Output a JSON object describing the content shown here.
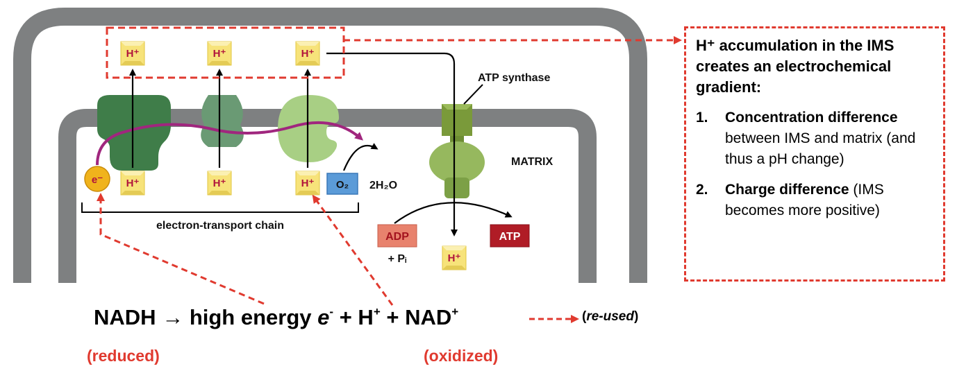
{
  "diagram": {
    "h_plus": "H⁺",
    "electron": "e⁻",
    "o2": "O₂",
    "water": "2H₂O",
    "atp_synthase": "ATP synthase",
    "matrix": "MATRIX",
    "etc_label": "electron-transport chain",
    "adp": "ADP",
    "pi": "+ Pᵢ",
    "atp": "ATP"
  },
  "callout": {
    "heading": "H⁺ accumulation in the IMS creates an electrochemical gradient:",
    "items": [
      {
        "number": "1.",
        "bold": "Concentration difference",
        "rest": " between IMS and matrix (and thus a pH change)"
      },
      {
        "number": "2.",
        "bold": "Charge difference",
        "rest": " (IMS becomes more positive)"
      }
    ]
  },
  "equation": {
    "nadh": "NADH",
    "arrow": "→",
    "high_energy": "high energy",
    "e": "e",
    "e_sup": "-",
    "plus1": "+",
    "h": "H",
    "h_sup": "+",
    "plus2": "+",
    "nad": "NAD",
    "nad_sup": "+",
    "reused": "re-used",
    "reduced": "(reduced)",
    "oxidized": "(oxidized)"
  },
  "colors": {
    "membrane": "#7e8081",
    "hplus_box": "#f7e37a",
    "hplus_text": "#b0133c",
    "callout_red": "#e03a2f",
    "path_purple": "#a0267e",
    "atp_red": "#b01c26",
    "adp_pink": "#e8826d"
  }
}
